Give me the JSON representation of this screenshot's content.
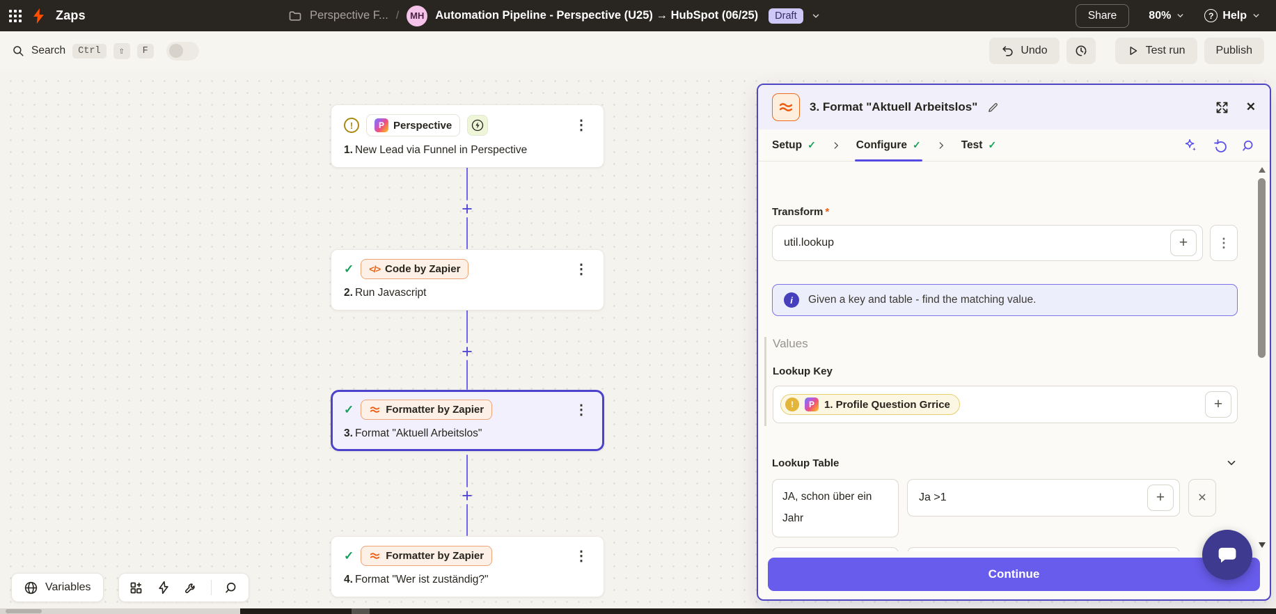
{
  "topbar": {
    "app_title": "Zaps",
    "folder_name": "Perspective F...",
    "breadcrumb_separator": "/",
    "avatar_initials": "MH",
    "zap_title": "Automation Pipeline - Perspective (U25) → HubSpot (06/25)",
    "status_badge": "Draft",
    "share_label": "Share",
    "zoom_level": "80%",
    "help_label": "Help"
  },
  "toolbar": {
    "search_label": "Search",
    "key_ctrl": "Ctrl",
    "key_shift": "⇧",
    "key_f": "F",
    "undo_label": "Undo",
    "test_run_label": "Test run",
    "publish_label": "Publish"
  },
  "canvas": {
    "steps": [
      {
        "num": "1.",
        "app": "Perspective",
        "title": "New Lead via Funnel in Perspective"
      },
      {
        "num": "2.",
        "app": "Code by Zapier",
        "title": "Run Javascript"
      },
      {
        "num": "3.",
        "app": "Formatter by Zapier",
        "title": "Format \"Aktuell Arbeitslos\""
      },
      {
        "num": "4.",
        "app": "Formatter by Zapier",
        "title": "Format \"Wer ist zuständig?\""
      }
    ],
    "variables_label": "Variables"
  },
  "panel": {
    "step_title": "3. Format \"Aktuell Arbeitslos\"",
    "tabs": {
      "setup": "Setup",
      "configure": "Configure",
      "test": "Test"
    },
    "transform_label": "Transform",
    "required_mark": "*",
    "transform_value": "util.lookup",
    "info_text": "Given a key and table - find the matching value.",
    "values_label": "Values",
    "lookup_key_label": "Lookup Key",
    "lookup_key_token": "1. Profile Question Grrice",
    "lookup_table_label": "Lookup Table",
    "table_row": {
      "key": "JA, schon über ein Jahr",
      "value": "Ja >1"
    },
    "continue_label": "Continue"
  },
  "icons": {
    "check": "✓",
    "plus": "+",
    "close": "✕",
    "kebab": "⋮",
    "code": "</>",
    "question": "?",
    "exclamation": "!",
    "info": "i",
    "p_logo": "P"
  },
  "colors": {
    "accent_purple": "#564be0",
    "selected_border": "#4c42cc",
    "zapier_orange": "#ff4f00",
    "success_green": "#17a05a",
    "draft_badge_bg": "#cdc8f6",
    "continue_bg": "#685ced",
    "topbar_bg": "#292521",
    "canvas_bg": "#f5f3ee"
  }
}
